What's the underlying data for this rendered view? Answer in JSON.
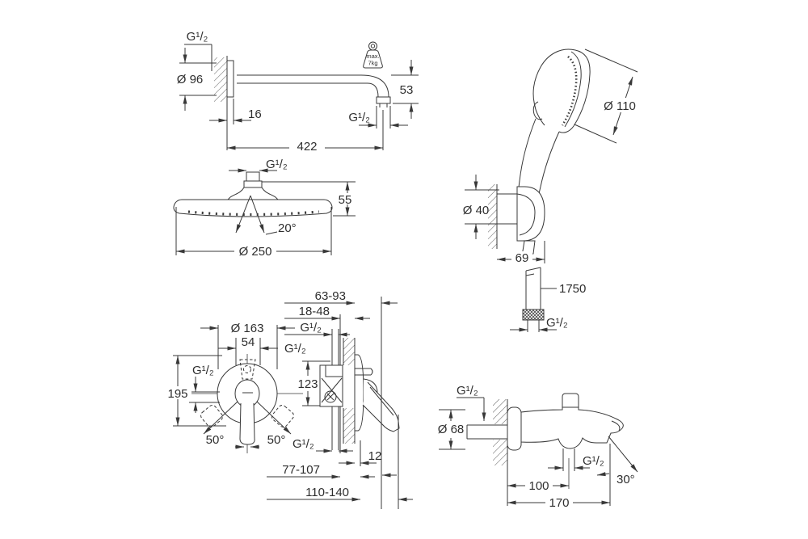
{
  "colors": {
    "line": "#383838",
    "background": "#ffffff",
    "text": "#2e2e2e"
  },
  "drawing": {
    "shower_arm": {
      "thread_top": "G¹/₂",
      "flange_diameter": "Ø 96",
      "weight_icon_line1": "max.",
      "weight_icon_line2": "7kg",
      "drop_height": "53",
      "flange_depth": "16",
      "outlet_thread": "G¹/₂",
      "arm_length": "422"
    },
    "head_shower": {
      "inlet_thread": "G¹/₂",
      "head_height": "55",
      "spray_angle": "20°",
      "head_diameter": "Ø 250"
    },
    "hand_shower": {
      "head_diameter": "Ø 110"
    },
    "wall_holder": {
      "holder_diameter": "Ø 40",
      "holder_depth": "69"
    },
    "hose": {
      "hose_length": "1750",
      "hose_thread": "G¹/₂"
    },
    "mixer_front": {
      "plate_diameter": "Ø 163",
      "top_width": "54",
      "thread_right": "G¹/₂",
      "thread_left": "G¹/₂",
      "plate_height": "195",
      "swing_left": "50°",
      "swing_right": "50°"
    },
    "mixer_side": {
      "depth_range_outer": "63-93",
      "depth_range_inner": "18-48",
      "thread_top": "G¹/₂",
      "port_spacing": "123",
      "thread_bottom": "G¹/₂",
      "plate_offset": "12",
      "depth_range_low": "77-107",
      "depth_range_total": "110-140"
    },
    "bath_spout": {
      "inlet_thread": "G¹/₂",
      "flange_diameter": "Ø 68",
      "outlet_thread": "G¹/₂",
      "spout_reach": "100",
      "spout_length": "170",
      "spray_angle": "30°"
    }
  }
}
